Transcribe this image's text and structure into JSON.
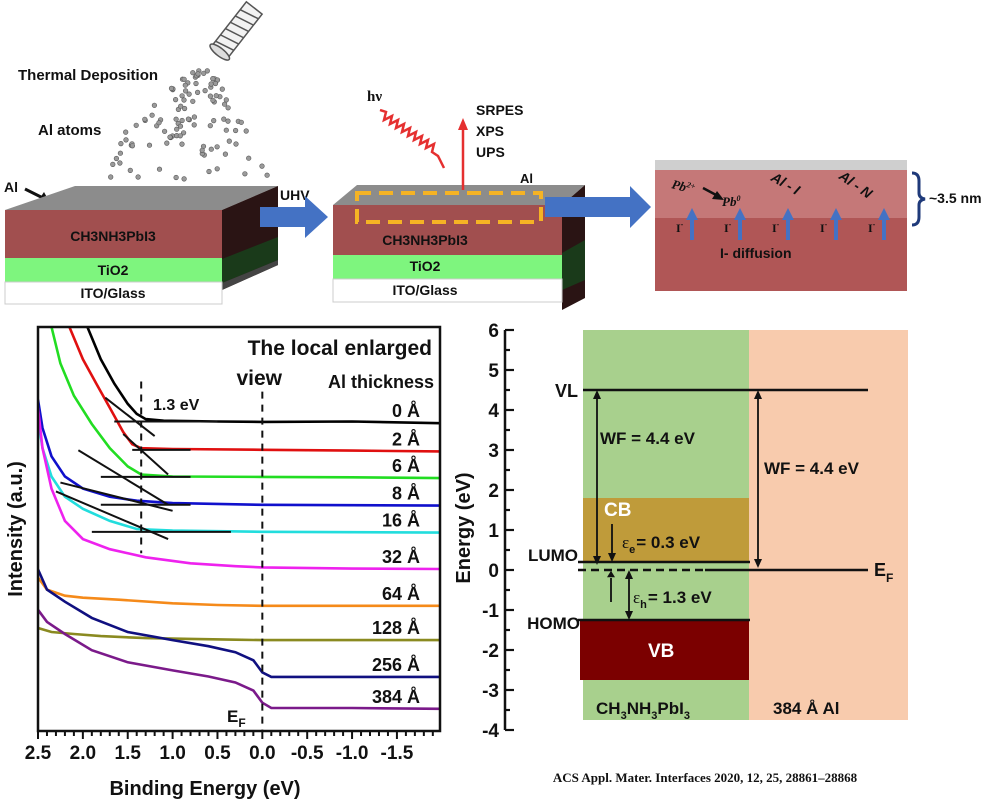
{
  "citation": "ACS Appl. Mater. Interfaces 2020, 12, 25, 28861–28868",
  "schematic": {
    "panel1": {
      "title": "Thermal Deposition",
      "atoms_label": "Al atoms",
      "al_pointer_label": "Al",
      "layers": [
        "CH3NH3PbI3",
        "TiO2",
        "ITO/Glass"
      ],
      "arrow_label": "UHV"
    },
    "panel2": {
      "photon_label": "hν",
      "techniques": [
        "SRPES",
        "XPS",
        "UPS"
      ],
      "top_label": "Al",
      "layers": [
        "CH3NH3PbI3",
        "TiO2",
        "ITO/Glass"
      ]
    },
    "panel3": {
      "reaction_from": "Pb",
      "reaction_from_sup": "2+",
      "reaction_to": "Pb",
      "reaction_to_sup": "0",
      "species": [
        "Al - I",
        "Al - N"
      ],
      "ion_label": "I",
      "ion_sup": "-",
      "ion_count": 5,
      "diffusion_label": "I- diffusion",
      "thickness_label": "~3.5 nm"
    },
    "colors": {
      "perovskite": "#a14f4f",
      "tio2": "#7ef57e",
      "glass": "#ffffff",
      "al_top": "#8a8a8a",
      "arrow_blue": "#4472c4",
      "photon_red": "#e53030",
      "dash_orange": "#f5b324",
      "brace": "#1f3a7a"
    }
  },
  "chart_data": [
    {
      "type": "line",
      "title": "The local enlarged view",
      "legend_title": "Al thickness",
      "xlabel": "Binding Energy (eV)",
      "ylabel": "Intensity (a.u.)",
      "xlim": [
        2.5,
        -1.98
      ],
      "ylim": [
        0,
        100
      ],
      "x_inverted": true,
      "xticks": [
        "2.5",
        "2.0",
        "1.5",
        "1.0",
        "0.5",
        "0.0",
        "-0.5",
        "-1.0",
        "-1.5"
      ],
      "xtick_values": [
        2.5,
        2.0,
        1.5,
        1.0,
        0.5,
        0.0,
        -0.5,
        -1.0,
        -1.5
      ],
      "fermi_label": "E",
      "fermi_sub": "F",
      "fermi_x": 0.0,
      "onset_label": "1.3 eV",
      "onset_x": 1.35,
      "series": [
        {
          "name": "0 Å",
          "color": "#000000",
          "points": [
            [
              1.95,
              100
            ],
            [
              1.8,
              92
            ],
            [
              1.65,
              86
            ],
            [
              1.5,
              81
            ],
            [
              1.4,
              78.5
            ],
            [
              1.3,
              77.2
            ],
            [
              1.1,
              76.8
            ],
            [
              0.5,
              76.6
            ],
            [
              0,
              76.5
            ],
            [
              -1,
              76.6
            ],
            [
              -1.98,
              76.2
            ]
          ]
        },
        {
          "name": "2 Å",
          "color": "#e01010",
          "points": [
            [
              2.15,
              100
            ],
            [
              2.0,
              92
            ],
            [
              1.85,
              86
            ],
            [
              1.7,
              80
            ],
            [
              1.55,
              74
            ],
            [
              1.45,
              71
            ],
            [
              1.35,
              70
            ],
            [
              1.0,
              69.8
            ],
            [
              0,
              69.6
            ],
            [
              -1,
              69.4
            ],
            [
              -1.98,
              69.2
            ]
          ]
        },
        {
          "name": "6 Å",
          "color": "#22dd22",
          "points": [
            [
              2.35,
              100
            ],
            [
              2.25,
              91
            ],
            [
              2.1,
              83
            ],
            [
              1.9,
              76
            ],
            [
              1.7,
              70
            ],
            [
              1.5,
              65.5
            ],
            [
              1.35,
              63.5
            ],
            [
              1.0,
              63
            ],
            [
              0,
              62.9
            ],
            [
              -1,
              62.8
            ],
            [
              -1.98,
              62.6
            ]
          ]
        },
        {
          "name": "8 Å",
          "color": "#1010cc",
          "points": [
            [
              2.5,
              82
            ],
            [
              2.45,
              75
            ],
            [
              2.35,
              68
            ],
            [
              2.2,
              63
            ],
            [
              2.0,
              60
            ],
            [
              1.7,
              58
            ],
            [
              1.4,
              57
            ],
            [
              1.0,
              56.4
            ],
            [
              0,
              56
            ],
            [
              -1,
              55.9
            ],
            [
              -1.98,
              55.8
            ]
          ]
        },
        {
          "name": "16 Å",
          "color": "#22dddd",
          "points": [
            [
              2.5,
              77
            ],
            [
              2.45,
              70
            ],
            [
              2.35,
              63
            ],
            [
              2.2,
              58
            ],
            [
              2.0,
              55
            ],
            [
              1.7,
              52
            ],
            [
              1.4,
              50
            ],
            [
              1.0,
              49.6
            ],
            [
              0,
              49.3
            ],
            [
              -1,
              49.2
            ],
            [
              -1.98,
              49.1
            ]
          ]
        },
        {
          "name": "32 Å",
          "color": "#ee22ee",
          "points": [
            [
              2.5,
              80
            ],
            [
              2.45,
              70
            ],
            [
              2.35,
              60
            ],
            [
              2.2,
              52
            ],
            [
              2.0,
              47.5
            ],
            [
              1.7,
              45
            ],
            [
              1.3,
              43
            ],
            [
              0.8,
              41.5
            ],
            [
              0.3,
              40.8
            ],
            [
              0,
              40.5
            ],
            [
              -1,
              40.2
            ],
            [
              -1.98,
              40.1
            ]
          ]
        },
        {
          "name": "64 Å",
          "color": "#f58a1a",
          "points": [
            [
              2.5,
              38
            ],
            [
              2.4,
              35
            ],
            [
              2.2,
              33.5
            ],
            [
              2.0,
              33
            ],
            [
              1.6,
              32.5
            ],
            [
              1.0,
              31.6
            ],
            [
              0.5,
              31.2
            ],
            [
              0,
              31
            ],
            [
              -1,
              31
            ],
            [
              -1.98,
              31
            ]
          ]
        },
        {
          "name": "128 Å",
          "color": "#8a8a20",
          "points": [
            [
              2.5,
              25.5
            ],
            [
              2.35,
              24.5
            ],
            [
              2.1,
              24
            ],
            [
              1.8,
              23.5
            ],
            [
              1.3,
              23
            ],
            [
              0.8,
              22.8
            ],
            [
              0.3,
              22.6
            ],
            [
              0,
              22.5
            ],
            [
              -1,
              22.5
            ],
            [
              -1.98,
              22.5
            ]
          ]
        },
        {
          "name": "256 Å",
          "color": "#101080",
          "points": [
            [
              2.5,
              40
            ],
            [
              2.4,
              35
            ],
            [
              2.2,
              32
            ],
            [
              1.9,
              28
            ],
            [
              1.5,
              24.5
            ],
            [
              1.0,
              22.5
            ],
            [
              0.6,
              21
            ],
            [
              0.3,
              19.5
            ],
            [
              0.1,
              17.5
            ],
            [
              0,
              14.5
            ],
            [
              -0.1,
              13.4
            ],
            [
              -1,
              13.4
            ],
            [
              -1.98,
              13.4
            ]
          ]
        },
        {
          "name": "384 Å",
          "color": "#7b1a8a",
          "points": [
            [
              2.5,
              30
            ],
            [
              2.4,
              27
            ],
            [
              2.2,
              24
            ],
            [
              1.9,
              20
            ],
            [
              1.5,
              17
            ],
            [
              1.0,
              15
            ],
            [
              0.6,
              13.5
            ],
            [
              0.3,
              12
            ],
            [
              0.1,
              10
            ],
            [
              0,
              7
            ],
            [
              -0.1,
              5.7
            ],
            [
              -1,
              5.7
            ],
            [
              -1.98,
              5.5
            ]
          ]
        }
      ],
      "tangents": [
        {
          "from": [
            1.75,
            82.5
          ],
          "to": [
            1.2,
            73
          ]
        },
        {
          "from": [
            1.55,
            73.5
          ],
          "to": [
            1.05,
            63.5
          ]
        },
        {
          "from": [
            2.05,
            69.5
          ],
          "to": [
            1.05,
            56
          ]
        },
        {
          "from": [
            2.25,
            61.5
          ],
          "to": [
            1.0,
            54.5
          ]
        },
        {
          "from": [
            2.3,
            59.3
          ],
          "to": [
            1.05,
            47.5
          ]
        }
      ],
      "baselines": [
        {
          "from": [
            1.65,
            76.6
          ],
          "to": [
            0.5,
            76.6
          ]
        },
        {
          "from": [
            1.45,
            69.6
          ],
          "to": [
            0.8,
            69.6
          ]
        },
        {
          "from": [
            1.8,
            62.9
          ],
          "to": [
            0.8,
            62.9
          ]
        },
        {
          "from": [
            1.8,
            56
          ],
          "to": [
            0.8,
            56
          ]
        },
        {
          "from": [
            1.9,
            49.3
          ],
          "to": [
            0.35,
            49.3
          ]
        }
      ]
    },
    {
      "type": "band_diagram",
      "ylabel": "Energy (eV)",
      "ylim": [
        -4,
        6
      ],
      "yticks": [
        6,
        5,
        4,
        3,
        2,
        1,
        0,
        -1,
        -2,
        -3,
        -4
      ],
      "levels": {
        "VL": 4.5,
        "LUMO": 0.2,
        "EF": 0.0,
        "HOMO": -1.25,
        "CB_top": 1.8,
        "VB_bottom": -2.75
      },
      "labels": {
        "vl": "VL",
        "lumo": "LUMO",
        "homo": "HOMO",
        "ef": "E",
        "ef_sub": "F",
        "cb": "CB",
        "vb": "VB",
        "wf_left": "WF = 4.4 eV",
        "wf_right": "WF = 4.4 eV",
        "eps_e_symbol": "ε",
        "eps_e_sub": "e",
        "eps_e_value": "= 0.3 eV",
        "eps_h_symbol": "ε",
        "eps_h_sub": "h",
        "eps_h_value": "= 1.3 eV",
        "material_left_parts": [
          "CH",
          "3",
          "NH",
          "3",
          "PbI",
          "3"
        ],
        "material_right": "384 Å Al"
      },
      "colors": {
        "left_region": "#a8d08d",
        "right_region": "#f8cbad",
        "cb": "#bf9b3a",
        "vb": "#7b0000"
      }
    }
  ]
}
